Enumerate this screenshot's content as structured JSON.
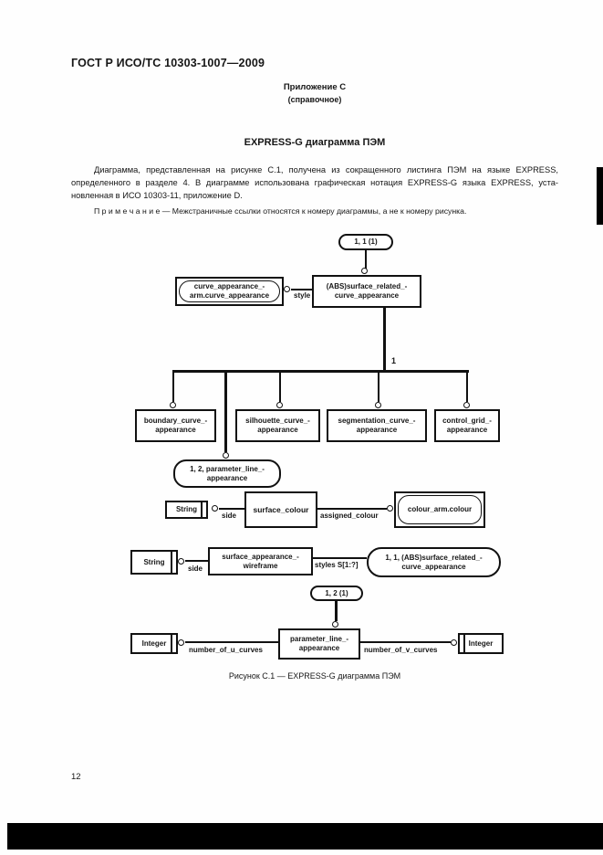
{
  "colors": {
    "ink": "#161616",
    "paper": "#fefefe",
    "scan_bar": "#000000"
  },
  "header": {
    "title": "ГОСТ Р ИСО/ТС 10303-1007—2009"
  },
  "annex": {
    "title": "Приложение С",
    "subtitle": "(справочное)"
  },
  "section": {
    "title": "EXPRESS-G диаграмма ПЭМ"
  },
  "paragraph": {
    "lines": [
      "Диаграмма, представленная на рисунке С.1, получена из сокращенного листинга ПЭМ на языке EXPRESS,",
      "определенного в разделе 4. В диаграмме использована графическая нотация EXPRESS-G языка EXPRESS, уста-",
      "новленная в ИСО 10303-11, приложение D."
    ]
  },
  "note": {
    "text": "П р и м е ч а н и е — Межстраничные ссылки относятся к номеру диаграммы, а не к номеру рисунка."
  },
  "diagram": {
    "page_ref_top": "1, 1 (1)",
    "ext_curve_appearance": "curve_appearance_-\narm.curve_appearance",
    "abs_entity": "(ABS)surface_related_-\ncurve_appearance",
    "attr_style": "style",
    "cardinality_1": "1",
    "subtypes": [
      "boundary_curve_-\nappearance",
      "silhouette_curve_-\nappearance",
      "segmentation_curve_-\nappearance",
      "control_grid_-\nappearance"
    ],
    "page_ref_parameter_line": "1, 2, parameter_line_-\nappearance",
    "type_string": "String",
    "type_integer": "Integer",
    "entity_surface_colour": "surface_colour",
    "attr_side": "side",
    "attr_assigned_colour": "assigned_colour",
    "ext_colour": "colour_arm.colour",
    "entity_wireframe": "surface_appearance_-\nwireframe",
    "attr_styles": "styles S[1:?]",
    "page_ref_abs": "1, 1, (ABS)surface_related_-\ncurve_appearance",
    "page_ref_121": "1, 2 (1)",
    "entity_parameter_line": "parameter_line_-\nappearance",
    "attr_number_u": "number_of_u_curves",
    "attr_number_v": "number_of_v_curves"
  },
  "figure": {
    "caption": "Рисунок С.1 — EXPRESS-G диаграмма ПЭМ"
  },
  "footer": {
    "page_number": "12"
  }
}
